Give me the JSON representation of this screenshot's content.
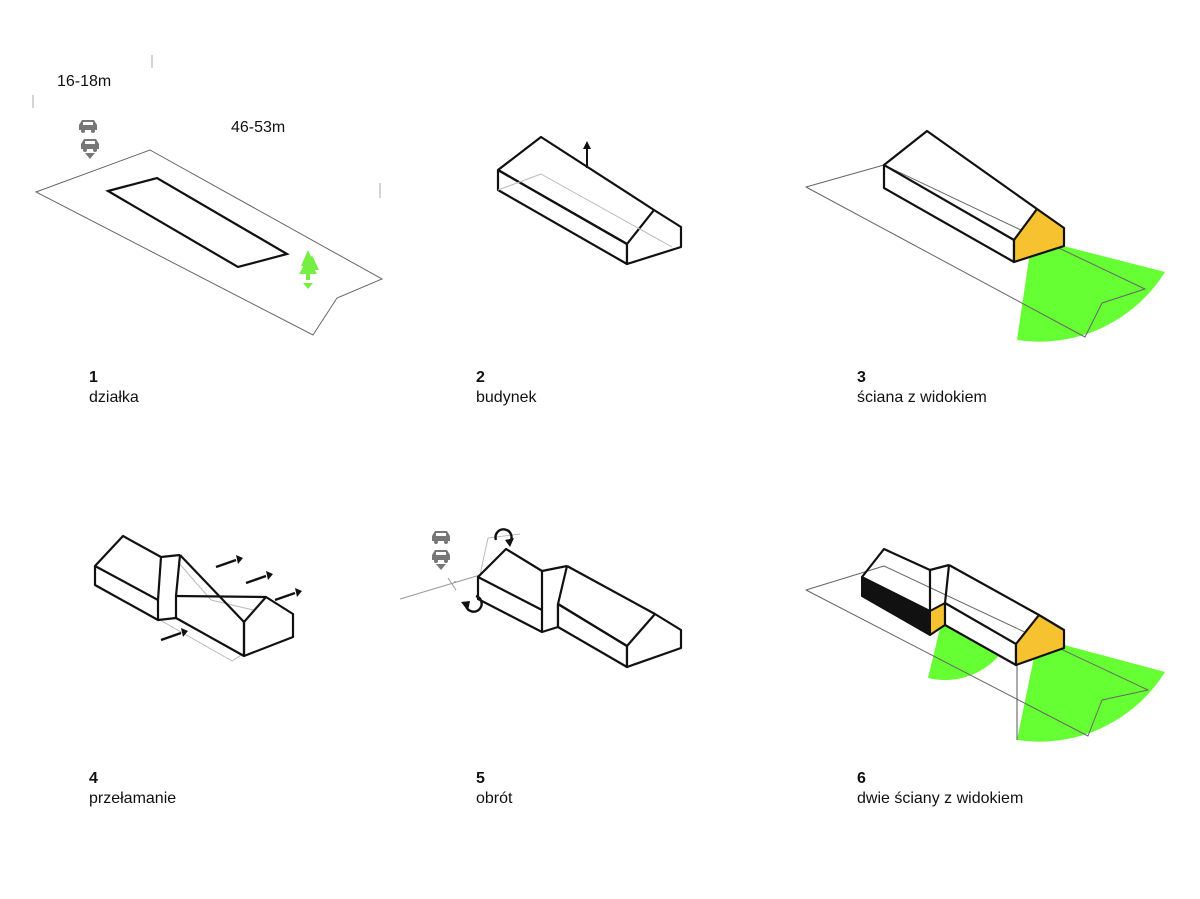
{
  "dimensions": {
    "width_label": "16-18m",
    "length_label": "46-53m"
  },
  "steps": [
    {
      "number": "1",
      "caption": "działka"
    },
    {
      "number": "2",
      "caption": "budynek"
    },
    {
      "number": "3",
      "caption": "ściana z widokiem"
    },
    {
      "number": "4",
      "caption": "przełamanie"
    },
    {
      "number": "5",
      "caption": "obrót"
    },
    {
      "number": "6",
      "caption": "dwie ściany z widokiem"
    }
  ],
  "icons": [
    "car-icon",
    "tree-icon",
    "arrow-up-icon",
    "arrow-right-icon",
    "rotate-arrow-icon"
  ],
  "colors": {
    "line": "#111111",
    "site": "#666666",
    "view": "#66ff33",
    "wall": "#f7c22f",
    "dark_wall": "#111111",
    "tree": "#77ee44"
  }
}
